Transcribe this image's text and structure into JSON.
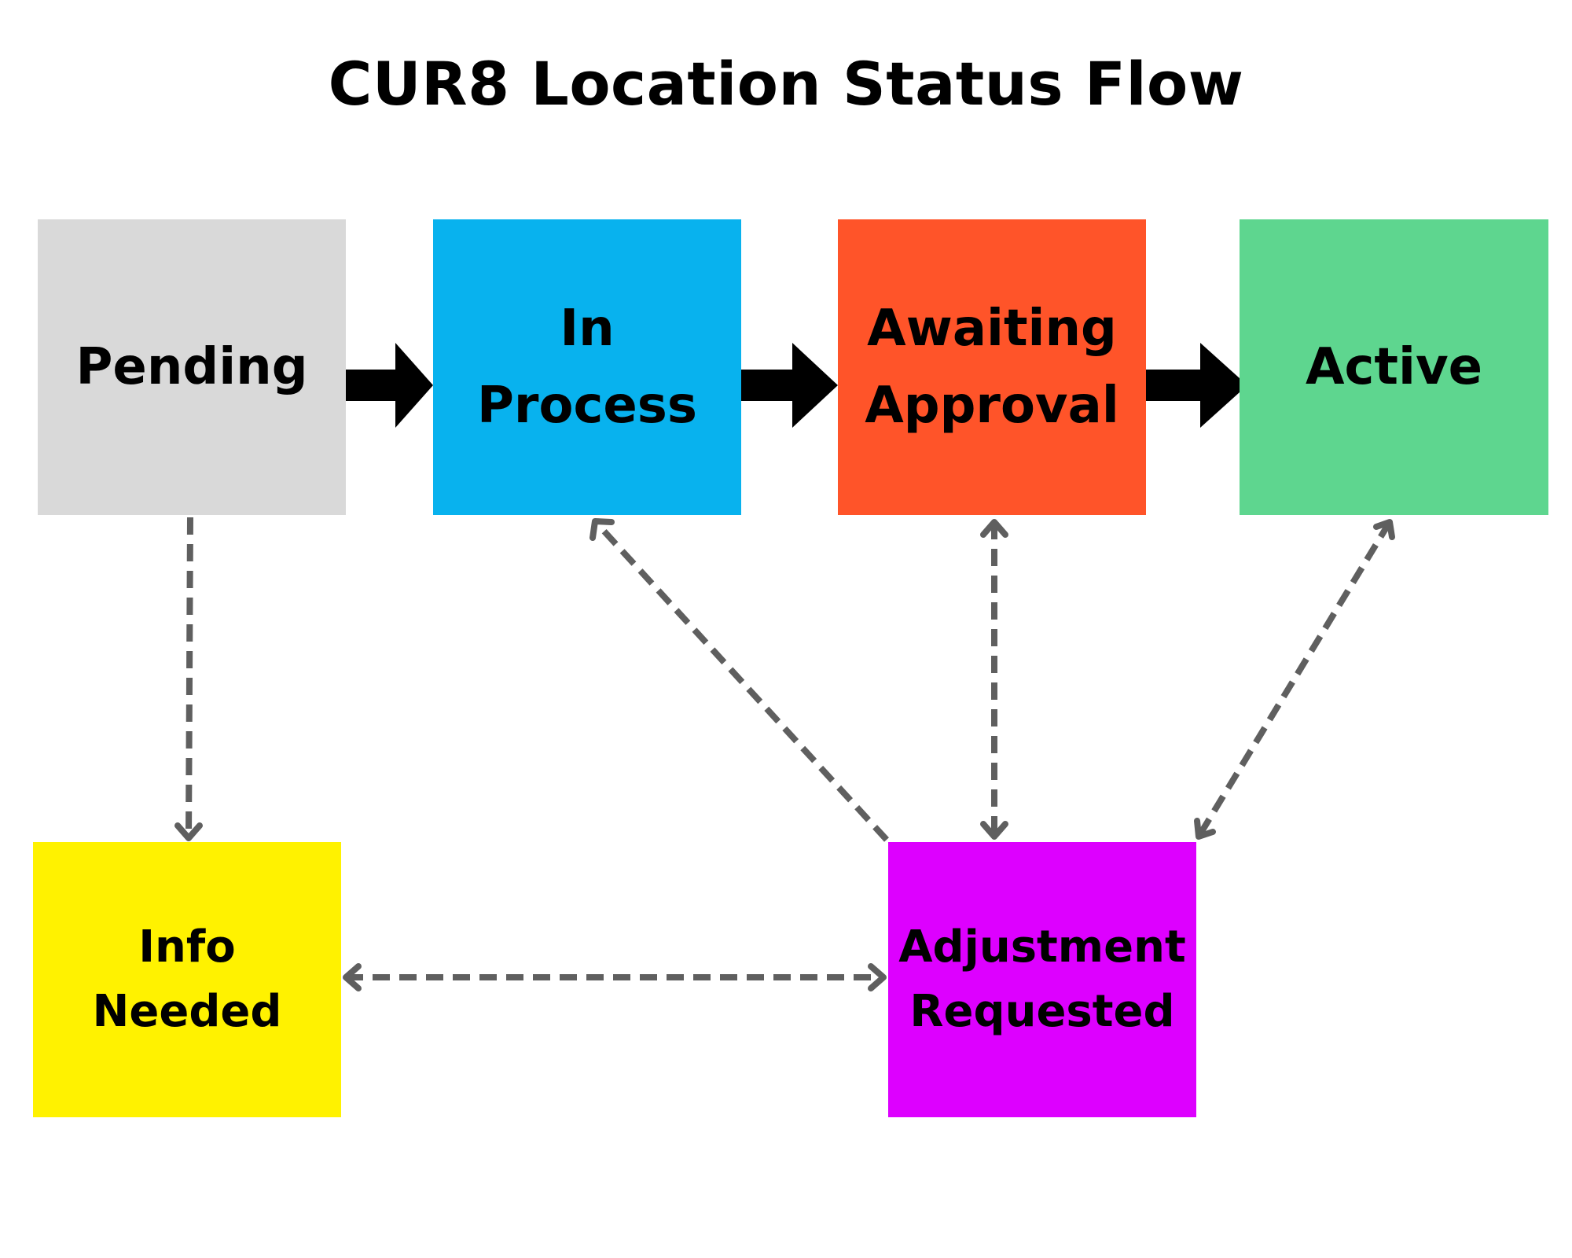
{
  "title": "CUR8 Location Status Flow",
  "colors": {
    "pending": "#d9d9d9",
    "in_process": "#08b2ee",
    "awaiting_approval": "#ff5429",
    "active": "#5ed68f",
    "info_needed": "#fff200",
    "adjustment_requested": "#dd00ff",
    "main_arrow": "#000000",
    "dashed_connector": "#5f5f5f"
  },
  "nodes": {
    "pending": {
      "lines": [
        "Pending"
      ]
    },
    "in_process": {
      "lines": [
        "In",
        "Process"
      ]
    },
    "awaiting_approval": {
      "lines": [
        "Awaiting",
        "Approval"
      ]
    },
    "active": {
      "lines": [
        "Active"
      ]
    },
    "info_needed": {
      "lines": [
        "Info",
        "Needed"
      ]
    },
    "adjustment_requested": {
      "lines": [
        "Adjustment",
        "Requested"
      ]
    }
  },
  "edges": [
    {
      "from": "pending",
      "to": "in_process",
      "style": "solid-bold",
      "direction": "forward"
    },
    {
      "from": "in_process",
      "to": "awaiting_approval",
      "style": "solid-bold",
      "direction": "forward"
    },
    {
      "from": "awaiting_approval",
      "to": "active",
      "style": "solid-bold",
      "direction": "forward"
    },
    {
      "from": "pending",
      "to": "info_needed",
      "style": "dashed",
      "direction": "forward"
    },
    {
      "from": "info_needed",
      "to": "adjustment_requested",
      "style": "dashed",
      "direction": "both"
    },
    {
      "from": "adjustment_requested",
      "to": "in_process",
      "style": "dashed",
      "direction": "forward"
    },
    {
      "from": "adjustment_requested",
      "to": "awaiting_approval",
      "style": "dashed",
      "direction": "both"
    },
    {
      "from": "adjustment_requested",
      "to": "active",
      "style": "dashed",
      "direction": "both"
    }
  ]
}
